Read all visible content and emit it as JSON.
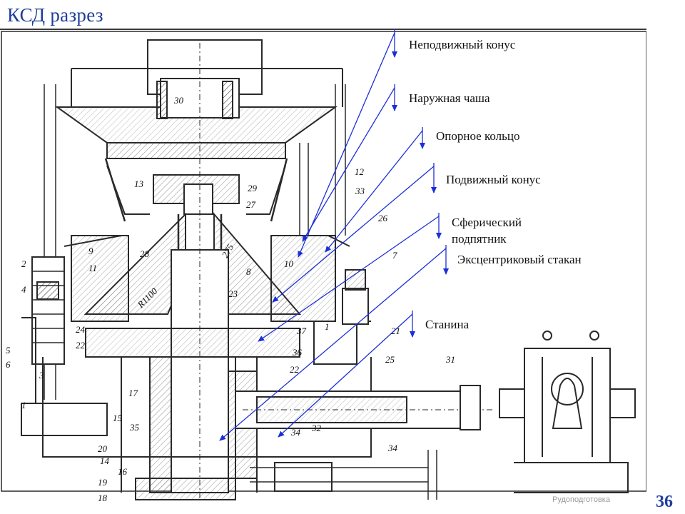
{
  "slide": {
    "title": "КСД разрез",
    "footer_brand": "Рудоподготовка",
    "page_number": "36"
  },
  "labels": {
    "fixed_cone": "Неподвижный конус",
    "outer_bowl": "Наружная чаша",
    "support_ring": "Опорное кольцо",
    "moving_cone": "Подвижный конус",
    "spherical_bearing_1": "Сферический",
    "spherical_bearing_2": "подпятник",
    "eccentric_bushing": "Эксцентриковый стакан",
    "frame": "Станина"
  },
  "callouts": {
    "c1": "1",
    "c2": "2",
    "c3": "3",
    "c4": "4",
    "c5": "5",
    "c6": "6",
    "c7": "7",
    "c8": "8",
    "c9": "9",
    "c10": "10",
    "c11": "11",
    "c12": "12",
    "c13": "13",
    "c14": "14",
    "c15": "15",
    "c16": "16",
    "c17": "17",
    "c18": "18",
    "c19": "19",
    "c20": "20",
    "c21": "21",
    "c22": "22",
    "c23": "23",
    "c24": "24",
    "c25": "25",
    "c26": "26",
    "c27": "27",
    "c28": "28",
    "c29": "29",
    "c30": "30",
    "c31": "31",
    "c32": "32",
    "c33": "33",
    "c34": "34",
    "c35": "35",
    "c36": "36",
    "c37": "37",
    "r1100": "R1100",
    "r275": "275"
  },
  "colors": {
    "title": "#1f3e9c",
    "leader_lines": "#1c2fd6",
    "drawing_ink": "#2a2a2a",
    "label_text": "#111111"
  }
}
